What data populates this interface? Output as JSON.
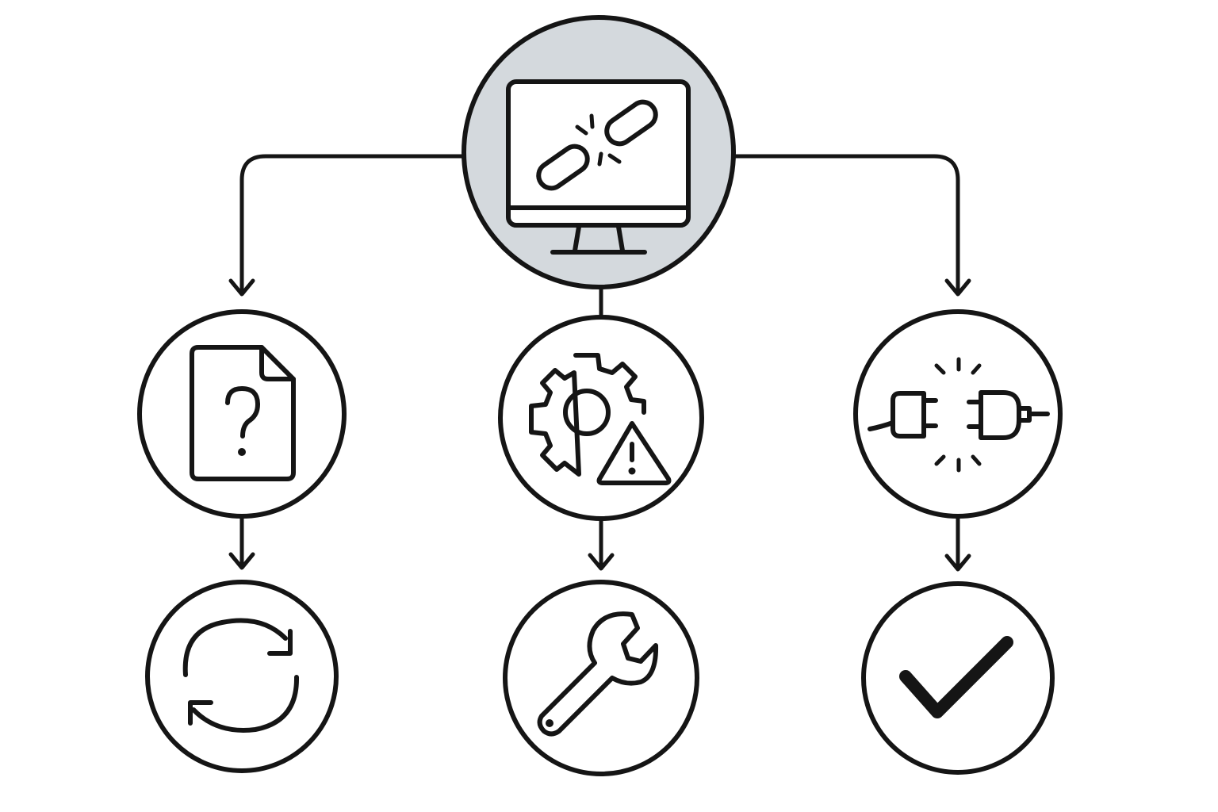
{
  "diagram": {
    "colors": {
      "stroke": "#151515",
      "root_fill": "#d4d9dd",
      "node_fill": "#ffffff",
      "background": "#ffffff"
    },
    "nodes": [
      {
        "id": "root",
        "icon": "broken-link-monitor-icon"
      },
      {
        "id": "missing-file",
        "icon": "file-question-icon"
      },
      {
        "id": "config-error",
        "icon": "gear-warning-icon"
      },
      {
        "id": "disconnected",
        "icon": "unplugged-connector-icon"
      },
      {
        "id": "refresh",
        "icon": "refresh-icon"
      },
      {
        "id": "repair",
        "icon": "wrench-icon"
      },
      {
        "id": "resolved",
        "icon": "checkmark-icon"
      }
    ],
    "edges": [
      {
        "from": "root",
        "to": "missing-file"
      },
      {
        "from": "root",
        "to": "config-error"
      },
      {
        "from": "root",
        "to": "disconnected"
      },
      {
        "from": "missing-file",
        "to": "refresh"
      },
      {
        "from": "config-error",
        "to": "repair"
      },
      {
        "from": "disconnected",
        "to": "resolved"
      }
    ]
  }
}
